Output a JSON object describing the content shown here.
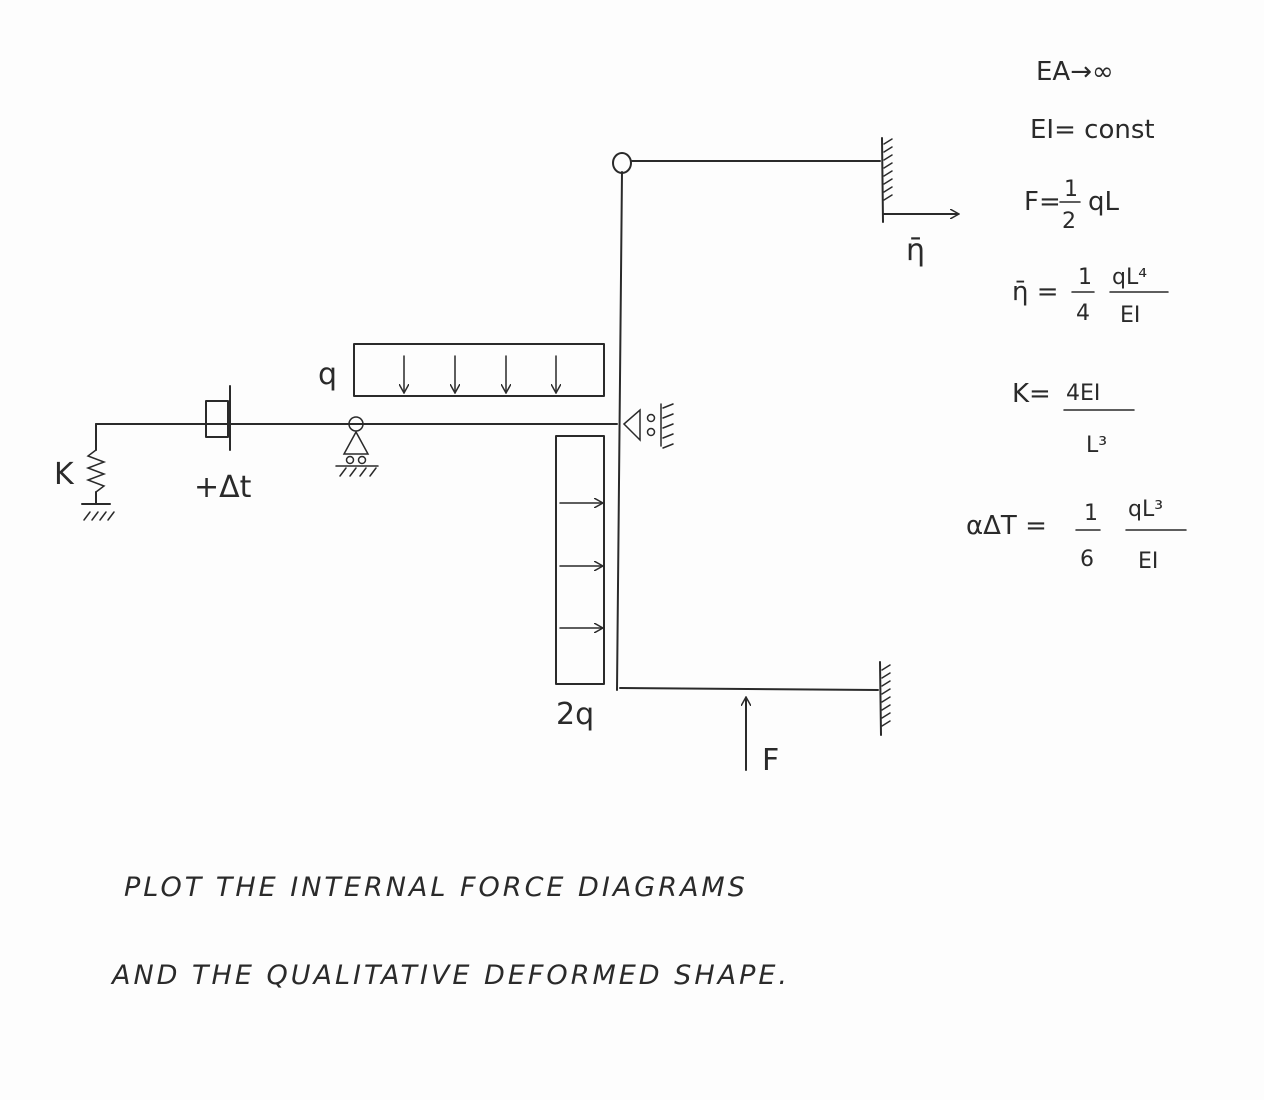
{
  "structure": {
    "labels": {
      "load_q": "q",
      "load_2q": "2q",
      "spring": "K",
      "thermal": "+Δt",
      "displacement": "η̄",
      "force": "F"
    }
  },
  "properties": {
    "ea": "EA→∞",
    "ei": "EI= const",
    "f_lhs": "F=",
    "f_num": "1",
    "f_den": "2",
    "f_tail": "qL",
    "eta_lhs": "η̄ =",
    "eta_num1": "1",
    "eta_den1": "4",
    "eta_num2": "qL⁴",
    "eta_den2": "EI",
    "k_lhs": "K=",
    "k_num": "4EI",
    "k_den": "L³",
    "adt_lhs": "αΔT =",
    "adt_num1": "1",
    "adt_den1": "6",
    "adt_num2": "qL³",
    "adt_den2": "EI"
  },
  "task": {
    "line1": "PLOT THE INTERNAL FORCE DIAGRAMS",
    "line2": "AND THE QUALITATIVE DEFORMED SHAPE."
  }
}
